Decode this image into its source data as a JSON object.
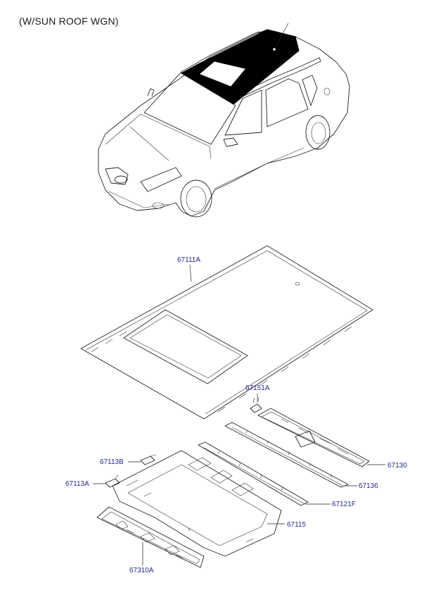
{
  "title": "(W/SUN ROOF WGN)",
  "colors": {
    "callout_text": "#1f2a8c",
    "line": "#222222",
    "sunroof_glass": "#000000"
  },
  "callouts": {
    "roof_panel": "67111A",
    "rail_bracket_67151a": "67151A",
    "rear_rail": "67130",
    "rail_67136": "67136",
    "rail_67121f": "67121F",
    "sunroof_frame": "67115",
    "bracket_67113b": "67113B",
    "bracket_67113a": "67113A",
    "front_header": "67310A"
  }
}
